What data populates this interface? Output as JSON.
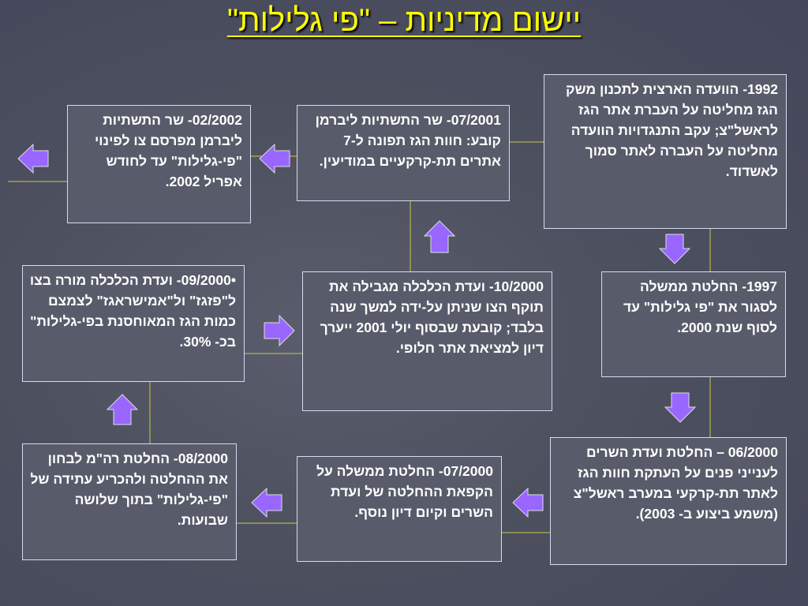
{
  "slide": {
    "title": "יישום מדיניות – \"פי גלילות\""
  },
  "boxes": {
    "b1992": "1992- הוועדה הארצית לתכנון משק הגז מחליטה על העברת  אתר הגז לראשל\"צ; עקב התנגדויות הוועדה מחליטה על העברה לאתר סמוך לאשדוד.",
    "b1997": "1997- החלטת ממשלה לסגור את \"פי גלילות\" עד לסוף שנת 2000.",
    "b062000": "06/2000 – החלטת ועדת השרים לענייני פנים על העתקת חוות הגז לאתר תת-קרקעי במערב ראשל\"צ (משמע ביצוע    ב- 2003).",
    "b072000": "07/2000- החלטת ממשלה על הקפאת ההחלטה של ועדת השרים וקיום דיון נוסף.",
    "b082000": "08/2000- החלטת רה\"מ לבחון את ההחלטה ולהכריע עתידה של \"פי-גלילות\" בתוך שלושה שבועות.",
    "b092000": "•09/2000- ועדת הכלכלה מורה בצו ל\"פזגז\" ול\"אמישראגז\" לצמצם כמות הגז המאוחסנת בפי-גלילות\" בכ- 30%.",
    "b102000": "10/2000- ועדת הכלכלה מגבילה את תוקף הצו שניתן על-ידה למשך שנה בלבד; קובעת שבסוף יולי 2001 ייערך דיון למציאת אתר חלופי.",
    "b072001": "07/2001- שר התשתיות ליברמן קובע: חוות הגז תפונה ל-7 אתרים תת-קרקעיים במודיעין.",
    "b022002": "02/2002- שר התשתיות ליברמן מפרסם צו לפינוי \"פי-גלילות\" עד לחודש אפריל 2002."
  },
  "colors": {
    "title": "#ffff00",
    "arrow_fill": "#9966ff",
    "line": "#cccc33",
    "box_border": "#d9d9f0",
    "text": "#ffffff"
  }
}
